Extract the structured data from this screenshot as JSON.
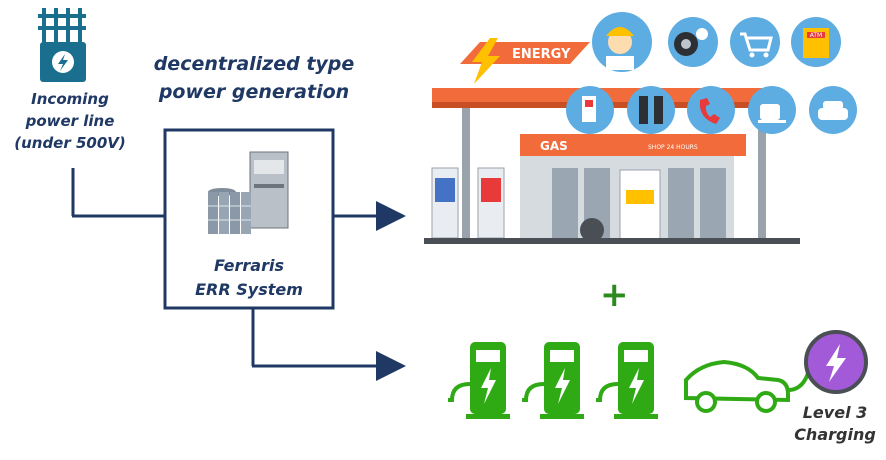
{
  "labels": {
    "incoming": [
      "Incoming",
      "power line",
      "(under 500V)"
    ],
    "heading": [
      "decentralized type",
      "power generation"
    ],
    "system": [
      "Ferraris",
      "ERR System"
    ],
    "charging": [
      "Level 3",
      "Charging"
    ],
    "energy_sign": "ENERGY",
    "gas_sign": "GAS",
    "shop_sign": "SHOP  24 HOURS",
    "atm_sign": "ATM",
    "plus": "+"
  },
  "icons": [
    "transformer-icon",
    "attendant-icon",
    "tire-gauge-icon",
    "shopping-cart-icon",
    "atm-icon",
    "fuel-pump-icon",
    "restroom-icon",
    "phone-icon",
    "coffee-icon",
    "car-wash-icon",
    "ev-charger-icon",
    "electric-car-icon",
    "lightning-bolt-icon"
  ],
  "colors": {
    "navy": "#1f3864",
    "green": "#2faa14",
    "orange": "#f26b3a",
    "purple": "#a35ad8",
    "teal": "#1a6e8e"
  }
}
